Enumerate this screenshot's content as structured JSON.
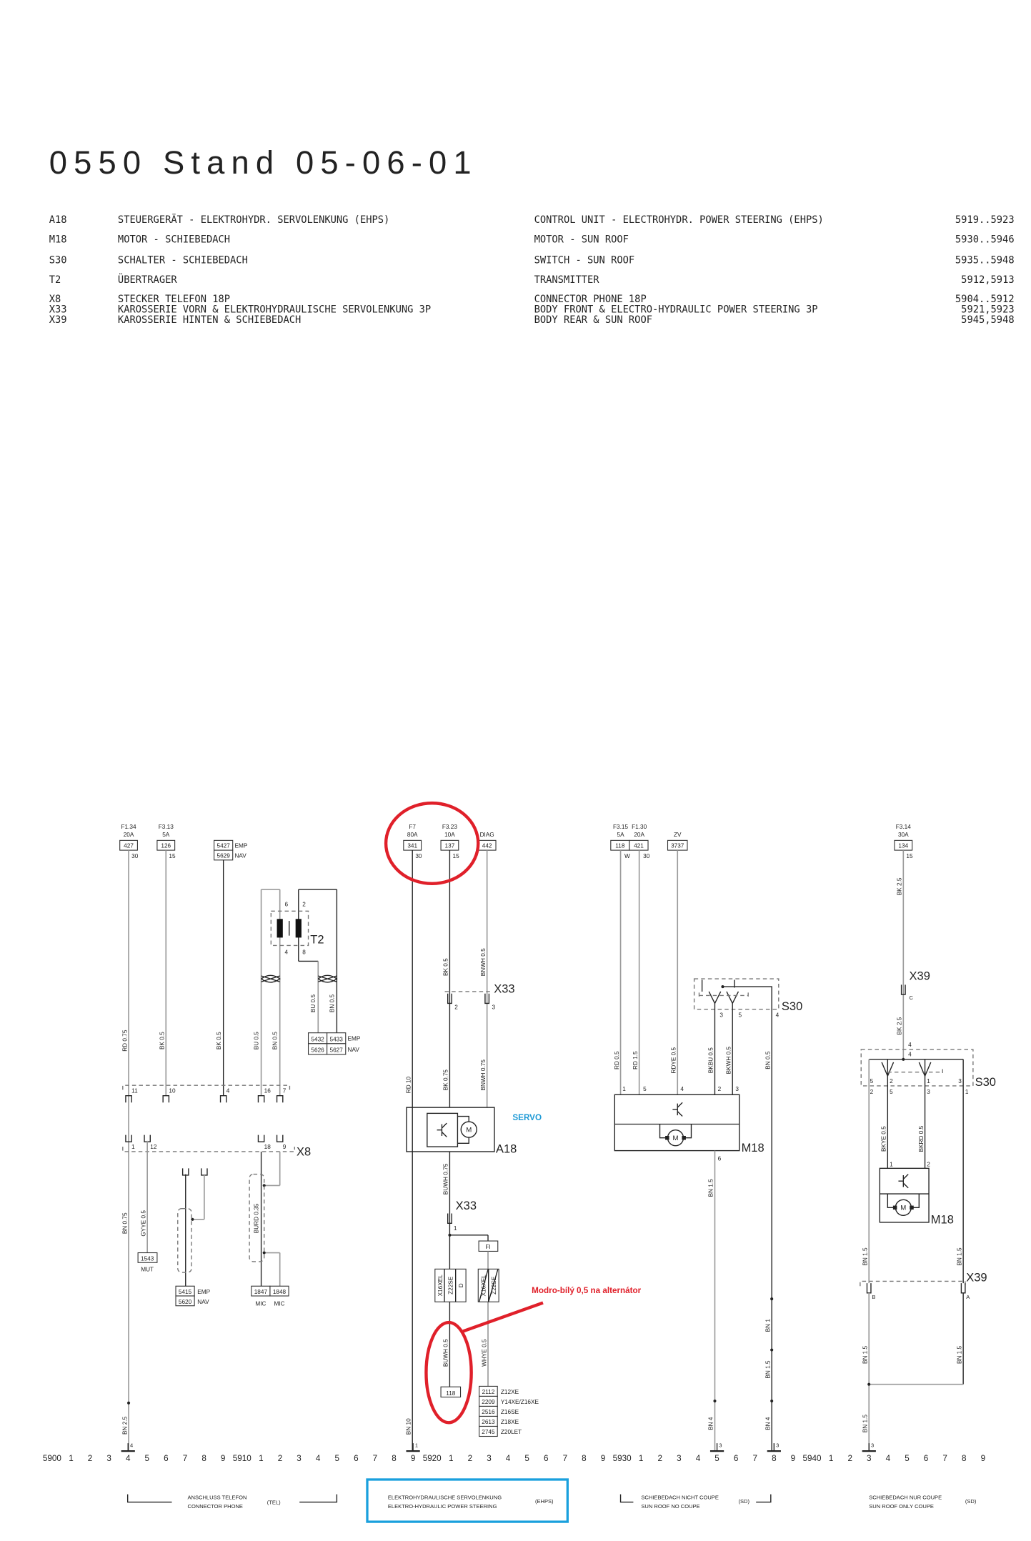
{
  "title": "0550 Stand 05-06-01",
  "legend": [
    {
      "code": "A18",
      "de": "STEUERGERÄT - ELEKTROHYDR. SERVOLENKUNG (EHPS)",
      "en": "CONTROL UNIT - ELECTROHYDR. POWER STEERING (EHPS)",
      "pages": "5919..5923"
    },
    {
      "code": "M18",
      "de": "MOTOR - SCHIEBEDACH",
      "en": "MOTOR - SUN ROOF",
      "pages": "5930..5946"
    },
    {
      "code": "S30",
      "de": "SCHALTER - SCHIEBEDACH",
      "en": "SWITCH - SUN ROOF",
      "pages": "5935..5948"
    },
    {
      "code": "T2",
      "de": "ÜBERTRAGER",
      "en": "TRANSMITTER",
      "pages": "5912,5913"
    },
    {
      "code": "X8",
      "de": "STECKER TELEFON 18P",
      "en": "CONNECTOR PHONE 18P",
      "pages": "5904..5912"
    },
    {
      "code": "X33",
      "de": "KAROSSERIE VORN & ELEKTROHYDRAULISCHE SERVOLENKUNG 3P",
      "en": "BODY FRONT & ELECTRO-HYDRAULIC POWER STEERING 3P",
      "pages": "5921,5923"
    },
    {
      "code": "X39",
      "de": "KAROSSERIE HINTEN & SCHIEBEDACH",
      "en": "BODY REAR & SUN ROOF",
      "pages": "5945,5948"
    }
  ],
  "motor_label": "M",
  "tel": {
    "f1_name": "F1.34",
    "f1_amp": "20A",
    "f1_box": "427",
    "f1_term": "30",
    "f2_name": "F3.13",
    "f2_amp": "5A",
    "f2_box": "126",
    "f2_term": "15",
    "emp_box1": "5427",
    "emp_box2": "5629",
    "emp": "EMP",
    "nav": "NAV",
    "t2_label": "T2",
    "t2_pin6": "6",
    "t2_pin2": "2",
    "t2_pin4": "4",
    "t2_pin8": "8",
    "w_rd075": "RD 0.75",
    "w_bk05a": "BK 0.5",
    "w_bk05b": "BK 0.5",
    "w_bu05a": "BU 0.5",
    "w_bn05a": "BN 0.5",
    "w_bu05b": "BU 0.5",
    "w_bn05b": "BN 0.5",
    "box5432": "5432",
    "box5433": "5433",
    "box5626": "5626",
    "box5627": "5627",
    "emp2": "EMP",
    "nav2": "NAV",
    "x8_pins_top": [
      "11",
      "10",
      "4",
      "16",
      "7"
    ],
    "x8_pins_bot": [
      "1",
      "12",
      "18",
      "9"
    ],
    "x8_label": "X8",
    "w_bn075": "BN 0.75",
    "w_gyye05": "GYYE 0.5",
    "box1543": "1543",
    "mut": "MUT",
    "box5415": "5415",
    "box5620": "5620",
    "emp3": "EMP",
    "nav3": "NAV",
    "w_burd035": "BURD 0.35",
    "box1847": "1847",
    "box1848": "1848",
    "mic1": "MIC",
    "mic2": "MIC",
    "w_bn25": "BN 2.5"
  },
  "ehps": {
    "f7_name": "F7",
    "f7_amp": "80A",
    "f7_box": "341",
    "f7_term": "30",
    "f323_name": "F3.23",
    "f323_amp": "10A",
    "f323_box": "137",
    "f323_term": "15",
    "diag_name": "DIAG",
    "diag_box": "442",
    "w_bk05": "BK 0.5",
    "w_bnwh05": "BNWH 0.5",
    "x33_label": "X33",
    "x33_pin2": "2",
    "x33_pin3": "3",
    "w_rd10": "RD 10",
    "w_bk075": "BK 0.75",
    "w_bnwh075": "BNWH 0.75",
    "a18_label": "A18",
    "w_buwh075": "BUWH 0.75",
    "x33b_label": "X33",
    "x33b_pin1": "1",
    "fi_box": "FI",
    "eng_left": [
      "X16XEL",
      "Z22SE",
      "D"
    ],
    "eng_right": [
      "X16XEL",
      "Z22SE"
    ],
    "w_buwh05": "BUWH 0.5",
    "w_whye05": "WHYE 0.5",
    "box118": "118",
    "refs": [
      {
        "num": "2112",
        "eng": "Z12XE"
      },
      {
        "num": "2209",
        "eng": "Y14XE/Z16XE"
      },
      {
        "num": "2516",
        "eng": "Z16SE"
      },
      {
        "num": "2613",
        "eng": "Z18XE"
      },
      {
        "num": "2745",
        "eng": "Z20LET"
      }
    ],
    "w_bn10": "BN 10"
  },
  "sd1": {
    "f315_name": "F3.15",
    "f315_amp": "5A",
    "f315_box": "118",
    "f315_term": "W",
    "f130_name": "F1.30",
    "f130_amp": "20A",
    "f130_box": "421",
    "f130_term": "30",
    "zv_name": "ZV",
    "zv_box": "3737",
    "s30_label": "S30",
    "s30_pins": [
      "3",
      "5",
      "4"
    ],
    "w_rd05": "RD 0.5",
    "w_rd15": "RD 1.5",
    "w_rdye05": "RDYE 0.5",
    "w_bkbu05": "BKBU 0.5",
    "w_bkwh05": "BKWH 0.5",
    "w_bn05": "BN 0.5",
    "m18_pins": [
      "1",
      "5",
      "4",
      "2",
      "3"
    ],
    "m18_label": "M18",
    "m18_pin6": "6",
    "w_bn15a": "BN 1.5",
    "w_bn4a": "BN 4",
    "w_bn1": "BN 1",
    "w_bn15b": "BN 1.5",
    "w_bn4b": "BN 4"
  },
  "sd2": {
    "f314_name": "F3.14",
    "f314_amp": "30A",
    "f314_box": "134",
    "f314_term": "15",
    "w_bk25a": "BK 2.5",
    "x39_label": "X39",
    "x39_pinC": "C",
    "w_bk25b": "BK 2.5",
    "s30_pin4a": "4",
    "s30_pin4b": "4",
    "s30_label": "S30",
    "s30_in": [
      "5",
      "2",
      "1",
      "3"
    ],
    "s30_out": [
      "2",
      "5",
      "3",
      "1"
    ],
    "w_bkye05": "BKYE 0.5",
    "w_bkrd05": "BKRD 0.5",
    "m18_pin1": "1",
    "m18_pin2": "2",
    "m18_label": "M18",
    "w_bn15": [
      "BN 1.5",
      "BN 1.5",
      "BN 1.5",
      "BN 1.5",
      "BN 1.5"
    ],
    "x39b_label": "X39",
    "x39_pinB": "B",
    "x39_pinA": "A"
  },
  "annotations": {
    "servo": "SERVO",
    "note": "Modro-bílý 0,5 na alternátor"
  },
  "ruler": [
    "5900",
    "1",
    "2",
    "3",
    "4",
    "5",
    "6",
    "7",
    "8",
    "9",
    "5910",
    "1",
    "2",
    "3",
    "4",
    "5",
    "6",
    "7",
    "8",
    "9",
    "5920",
    "1",
    "2",
    "3",
    "4",
    "5",
    "6",
    "7",
    "8",
    "9",
    "5930",
    "1",
    "2",
    "3",
    "4",
    "5",
    "6",
    "7",
    "8",
    "9",
    "5940",
    "1",
    "2",
    "3",
    "4",
    "5",
    "6",
    "7",
    "8",
    "9"
  ],
  "ruler_ticks": [
    "4",
    "1",
    "3",
    "3",
    "3"
  ],
  "footer": [
    {
      "de": "ANSCHLUSS TELEFON",
      "en": "CONNECTOR PHONE",
      "code": "(TEL)"
    },
    {
      "de": "ELEKTROHYDRAULISCHE SERVOLENKUNG",
      "en": "ELEKTRO-HYDRAULIC POWER STEERING",
      "code": "(EHPS)"
    },
    {
      "de": "SCHIEBEDACH NICHT COUPE",
      "en": "SUN ROOF NO COUPE",
      "code": "(SD)"
    },
    {
      "de": "SCHIEBEDACH NUR COUPE",
      "en": "SUN ROOF ONLY COUPE",
      "code": "(SD)"
    }
  ],
  "colors": {
    "highlight_red": "#e0202a",
    "highlight_blue": "#1aa0dd",
    "servo_text": "#1e9ad6"
  }
}
